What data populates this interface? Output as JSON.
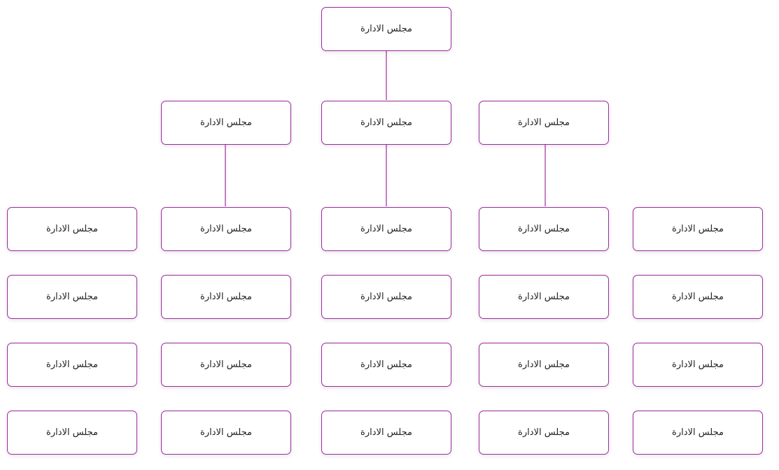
{
  "org_chart": {
    "root": "مجلس الادارة",
    "level2": [
      "مجلس الادارة",
      "مجلس الادارة",
      "مجلس الادارة"
    ],
    "grid": [
      [
        "مجلس الادارة",
        "مجلس الادارة",
        "مجلس الادارة",
        "مجلس الادارة",
        "مجلس الادارة"
      ],
      [
        "مجلس الادارة",
        "مجلس الادارة",
        "مجلس الادارة",
        "مجلس الادارة",
        "مجلس الادارة"
      ],
      [
        "مجلس الادارة",
        "مجلس الادارة",
        "مجلس الادارة",
        "مجلس الادارة",
        "مجلس الادارة"
      ],
      [
        "مجلس الادارة",
        "مجلس الادارة",
        "مجلس الادارة",
        "مجلس الادارة",
        "مجلس الادارة"
      ]
    ]
  },
  "colors": {
    "border": "#9c2a9c",
    "connector": "#9c2a9c",
    "text": "#222222",
    "background": "#ffffff"
  }
}
